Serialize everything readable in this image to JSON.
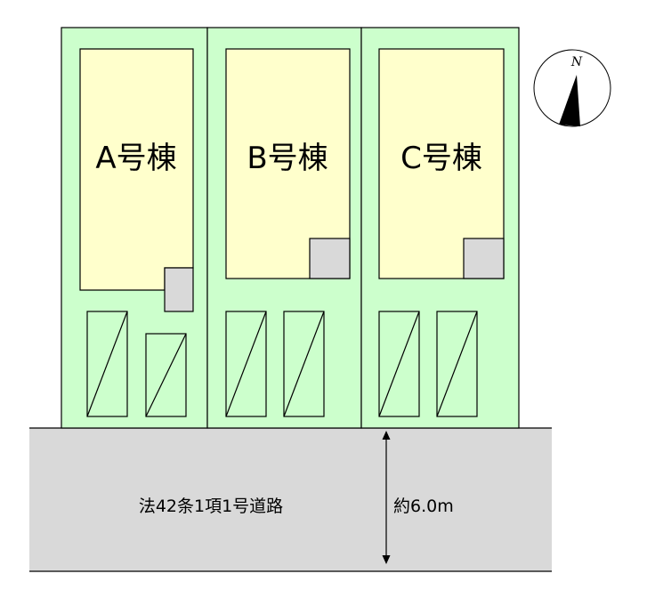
{
  "lots": [
    {
      "id": "A",
      "label": "A号棟"
    },
    {
      "id": "B",
      "label": "B号棟"
    },
    {
      "id": "C",
      "label": "C号棟"
    }
  ],
  "road": {
    "label": "法42条1項1号道路",
    "width_label": "約6.0m"
  },
  "compass": {
    "label": "N"
  },
  "colors": {
    "lot_fill": "#ccffcc",
    "building_fill": "#ffffcc",
    "annex_fill": "#d9d9d9",
    "road_fill": "#d9d9d9",
    "line": "#000000"
  }
}
